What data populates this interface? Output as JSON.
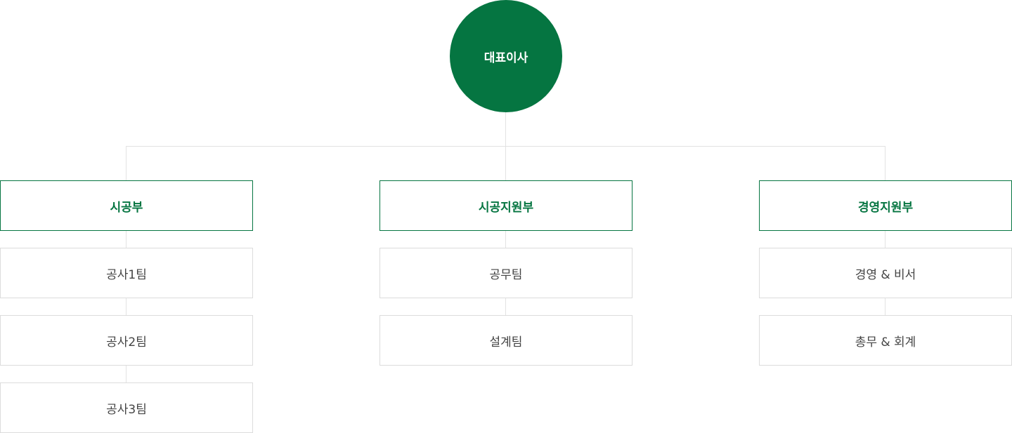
{
  "colors": {
    "primary": "#057541",
    "line": "#e2e2e2",
    "box_border": "#dcdcdc",
    "team_text": "#444444"
  },
  "root": {
    "label": "대표이사"
  },
  "departments": [
    {
      "label": "시공부",
      "teams": [
        "공사1팀",
        "공사2팀",
        "공사3팀"
      ]
    },
    {
      "label": "시공지원부",
      "teams": [
        "공무팀",
        "설계팀"
      ]
    },
    {
      "label": "경영지원부",
      "teams": [
        "경영 & 비서",
        "총무 & 회계"
      ]
    }
  ]
}
